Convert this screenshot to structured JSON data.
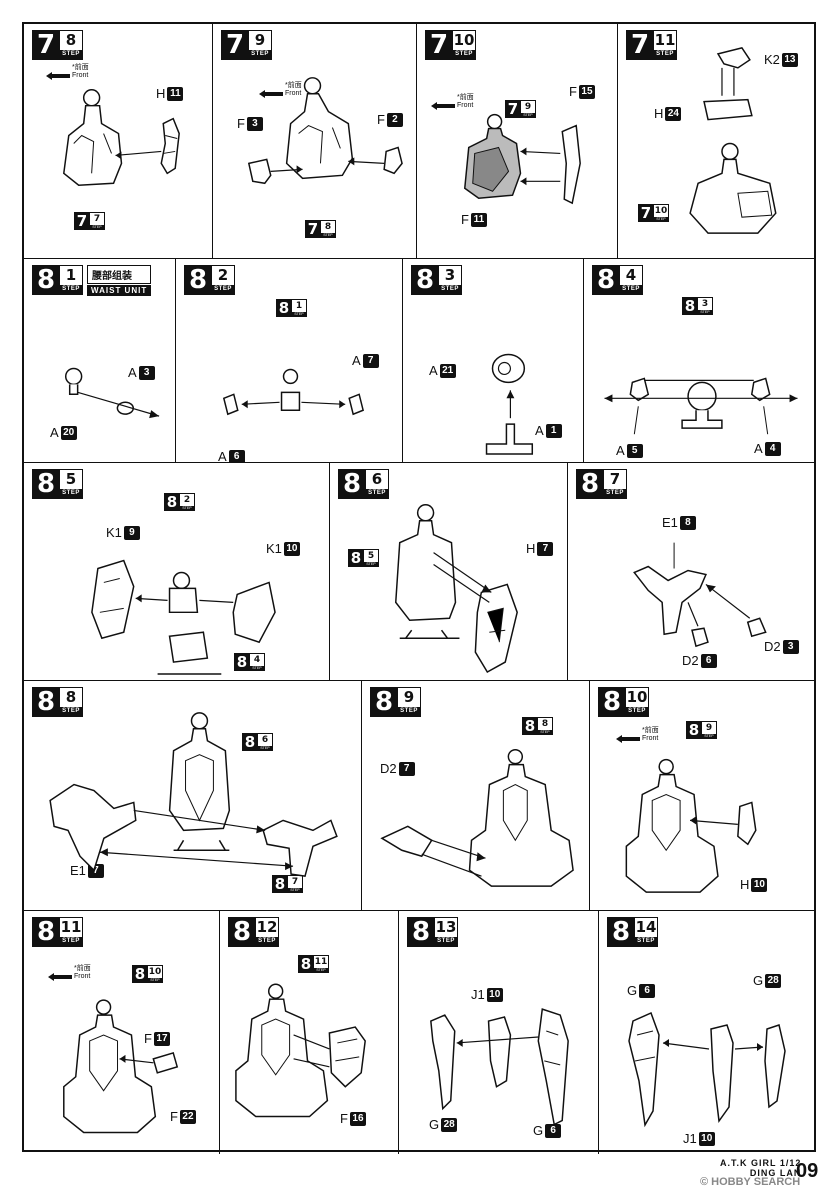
{
  "footer": {
    "title_line1": "A.T.K GIRL 1/12",
    "title_line2": "DING LAN",
    "page": "09",
    "watermark": "© HOBBY SEARCH"
  },
  "front_text": {
    "cn": "*前面",
    "en": "Front"
  },
  "step_label": "STEP",
  "unit": {
    "cn": "腰部组装",
    "en": "WAIST UNIT"
  },
  "steps": [
    {
      "id": "7-8",
      "main": "7",
      "sub": "8",
      "labels": [
        {
          "t": "H",
          "n": "11"
        }
      ],
      "refs": [
        {
          "main": "7",
          "sub": "7"
        }
      ]
    },
    {
      "id": "7-9",
      "main": "7",
      "sub": "9",
      "labels": [
        {
          "t": "F",
          "n": "3"
        },
        {
          "t": "F",
          "n": "2"
        }
      ],
      "refs": [
        {
          "main": "7",
          "sub": "8"
        }
      ]
    },
    {
      "id": "7-10",
      "main": "7",
      "sub": "10",
      "labels": [
        {
          "t": "F",
          "n": "15"
        },
        {
          "t": "F",
          "n": "11"
        }
      ],
      "refs": [
        {
          "main": "7",
          "sub": "9"
        }
      ]
    },
    {
      "id": "7-11",
      "main": "7",
      "sub": "11",
      "labels": [
        {
          "t": "K2",
          "n": "13"
        },
        {
          "t": "H",
          "n": "24"
        }
      ],
      "refs": [
        {
          "main": "7",
          "sub": "10"
        }
      ]
    },
    {
      "id": "8-1",
      "main": "8",
      "sub": "1",
      "labels": [
        {
          "t": "A",
          "n": "3"
        },
        {
          "t": "A",
          "n": "20"
        }
      ],
      "refs": []
    },
    {
      "id": "8-2",
      "main": "8",
      "sub": "2",
      "labels": [
        {
          "t": "A",
          "n": "7"
        },
        {
          "t": "A",
          "n": "6"
        }
      ],
      "refs": [
        {
          "main": "8",
          "sub": "1"
        }
      ]
    },
    {
      "id": "8-3",
      "main": "8",
      "sub": "3",
      "labels": [
        {
          "t": "A",
          "n": "21"
        },
        {
          "t": "A",
          "n": "1"
        }
      ],
      "refs": []
    },
    {
      "id": "8-4",
      "main": "8",
      "sub": "4",
      "labels": [
        {
          "t": "A",
          "n": "5"
        },
        {
          "t": "A",
          "n": "4"
        }
      ],
      "refs": [
        {
          "main": "8",
          "sub": "3"
        }
      ]
    },
    {
      "id": "8-5",
      "main": "8",
      "sub": "5",
      "labels": [
        {
          "t": "K1",
          "n": "9"
        },
        {
          "t": "K1",
          "n": "10"
        }
      ],
      "refs": [
        {
          "main": "8",
          "sub": "2"
        },
        {
          "main": "8",
          "sub": "4"
        }
      ]
    },
    {
      "id": "8-6",
      "main": "8",
      "sub": "6",
      "labels": [
        {
          "t": "H",
          "n": "7"
        }
      ],
      "refs": [
        {
          "main": "8",
          "sub": "5"
        }
      ]
    },
    {
      "id": "8-7",
      "main": "8",
      "sub": "7",
      "labels": [
        {
          "t": "E1",
          "n": "8"
        },
        {
          "t": "D2",
          "n": "6"
        },
        {
          "t": "D2",
          "n": "3"
        }
      ],
      "refs": []
    },
    {
      "id": "8-8",
      "main": "8",
      "sub": "8",
      "labels": [
        {
          "t": "E1",
          "n": "7"
        }
      ],
      "refs": [
        {
          "main": "8",
          "sub": "6"
        },
        {
          "main": "8",
          "sub": "7"
        }
      ]
    },
    {
      "id": "8-9",
      "main": "8",
      "sub": "9",
      "labels": [
        {
          "t": "D2",
          "n": "7"
        }
      ],
      "refs": [
        {
          "main": "8",
          "sub": "8"
        }
      ]
    },
    {
      "id": "8-10",
      "main": "8",
      "sub": "10",
      "labels": [
        {
          "t": "H",
          "n": "10"
        }
      ],
      "refs": [
        {
          "main": "8",
          "sub": "9"
        }
      ]
    },
    {
      "id": "8-11",
      "main": "8",
      "sub": "11",
      "labels": [
        {
          "t": "F",
          "n": "17"
        },
        {
          "t": "F",
          "n": "22"
        }
      ],
      "refs": [
        {
          "main": "8",
          "sub": "10"
        }
      ]
    },
    {
      "id": "8-12",
      "main": "8",
      "sub": "12",
      "labels": [
        {
          "t": "F",
          "n": "16"
        }
      ],
      "refs": [
        {
          "main": "8",
          "sub": "11"
        }
      ]
    },
    {
      "id": "8-13",
      "main": "8",
      "sub": "13",
      "labels": [
        {
          "t": "J1",
          "n": "10"
        },
        {
          "t": "G",
          "n": "28"
        },
        {
          "t": "G",
          "n": "6"
        }
      ],
      "refs": []
    },
    {
      "id": "8-14",
      "main": "8",
      "sub": "14",
      "labels": [
        {
          "t": "G",
          "n": "6"
        },
        {
          "t": "G",
          "n": "28"
        },
        {
          "t": "J1",
          "n": "10"
        }
      ],
      "refs": []
    }
  ]
}
